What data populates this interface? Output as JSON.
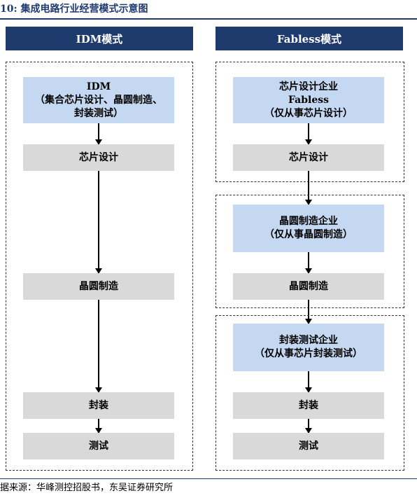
{
  "title": "10:  集成电路行业经营模式示意图",
  "idm": {
    "header": "IDM模式",
    "company": [
      "IDM",
      "（集合芯片设计、晶圆制造、",
      "封装测试）"
    ],
    "steps": [
      "芯片设计",
      "晶圆制造",
      "封装",
      "测试"
    ]
  },
  "fabless": {
    "header": "Fabless模式",
    "design_company": [
      "芯片设计企业",
      "Fabless",
      "（仅从事芯片设计）"
    ],
    "design_step": "芯片设计",
    "fab_company": [
      "晶圆制造企业",
      "（仅从事晶圆制造）"
    ],
    "fab_step": "晶圆制造",
    "pkg_company": [
      "封装测试企业",
      "（仅从事芯片封装测试）"
    ],
    "pkg_step": "封装",
    "test_step": "测试"
  },
  "source": "据来源：华峰测控招股书，东吴证券研究所",
  "colors": {
    "navy": "#1f3b6e",
    "light_blue": "#c5d8f1",
    "grey": "#d9d9d9"
  }
}
